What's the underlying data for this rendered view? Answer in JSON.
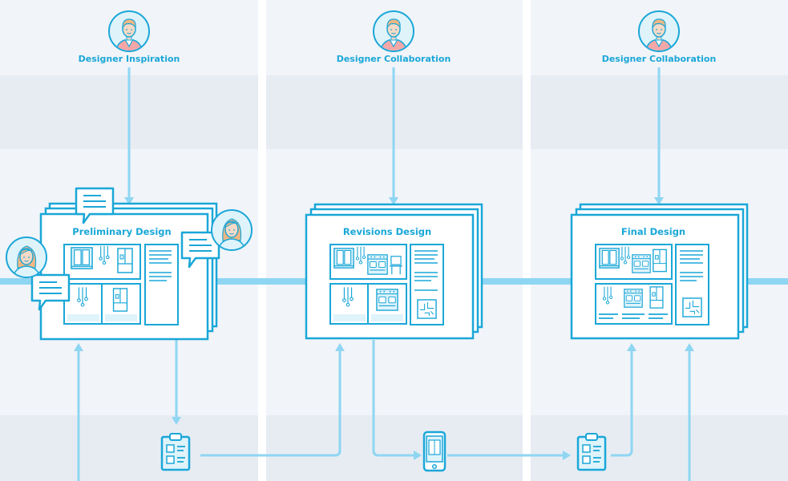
{
  "columns": [
    {
      "role_label": "Designer Inspiration",
      "doc_title": "Preliminary Design"
    },
    {
      "role_label": "Designer Collaboration",
      "doc_title": "Revisions Design"
    },
    {
      "role_label": "Designer Collaboration",
      "doc_title": "Final Design"
    }
  ],
  "colors": {
    "accent": "#1aa7d8",
    "line": "#8fd6f3",
    "fill_light": "#dff3fb",
    "band_a": "#f1f4f8",
    "band_b": "#e7ecf3",
    "divider": "#ffffff",
    "skin": "#f6d9c6",
    "hair": "#f0b783",
    "shirt": "#f4a7a7"
  },
  "icons": [
    "designer-avatar-icon",
    "speech-bubble-icon",
    "clipboard-icon",
    "smartphone-icon",
    "kitchen-window-icon",
    "pendant-lamp-icon",
    "refrigerator-icon",
    "range-oven-icon",
    "chair-icon",
    "floor-plan-icon"
  ]
}
